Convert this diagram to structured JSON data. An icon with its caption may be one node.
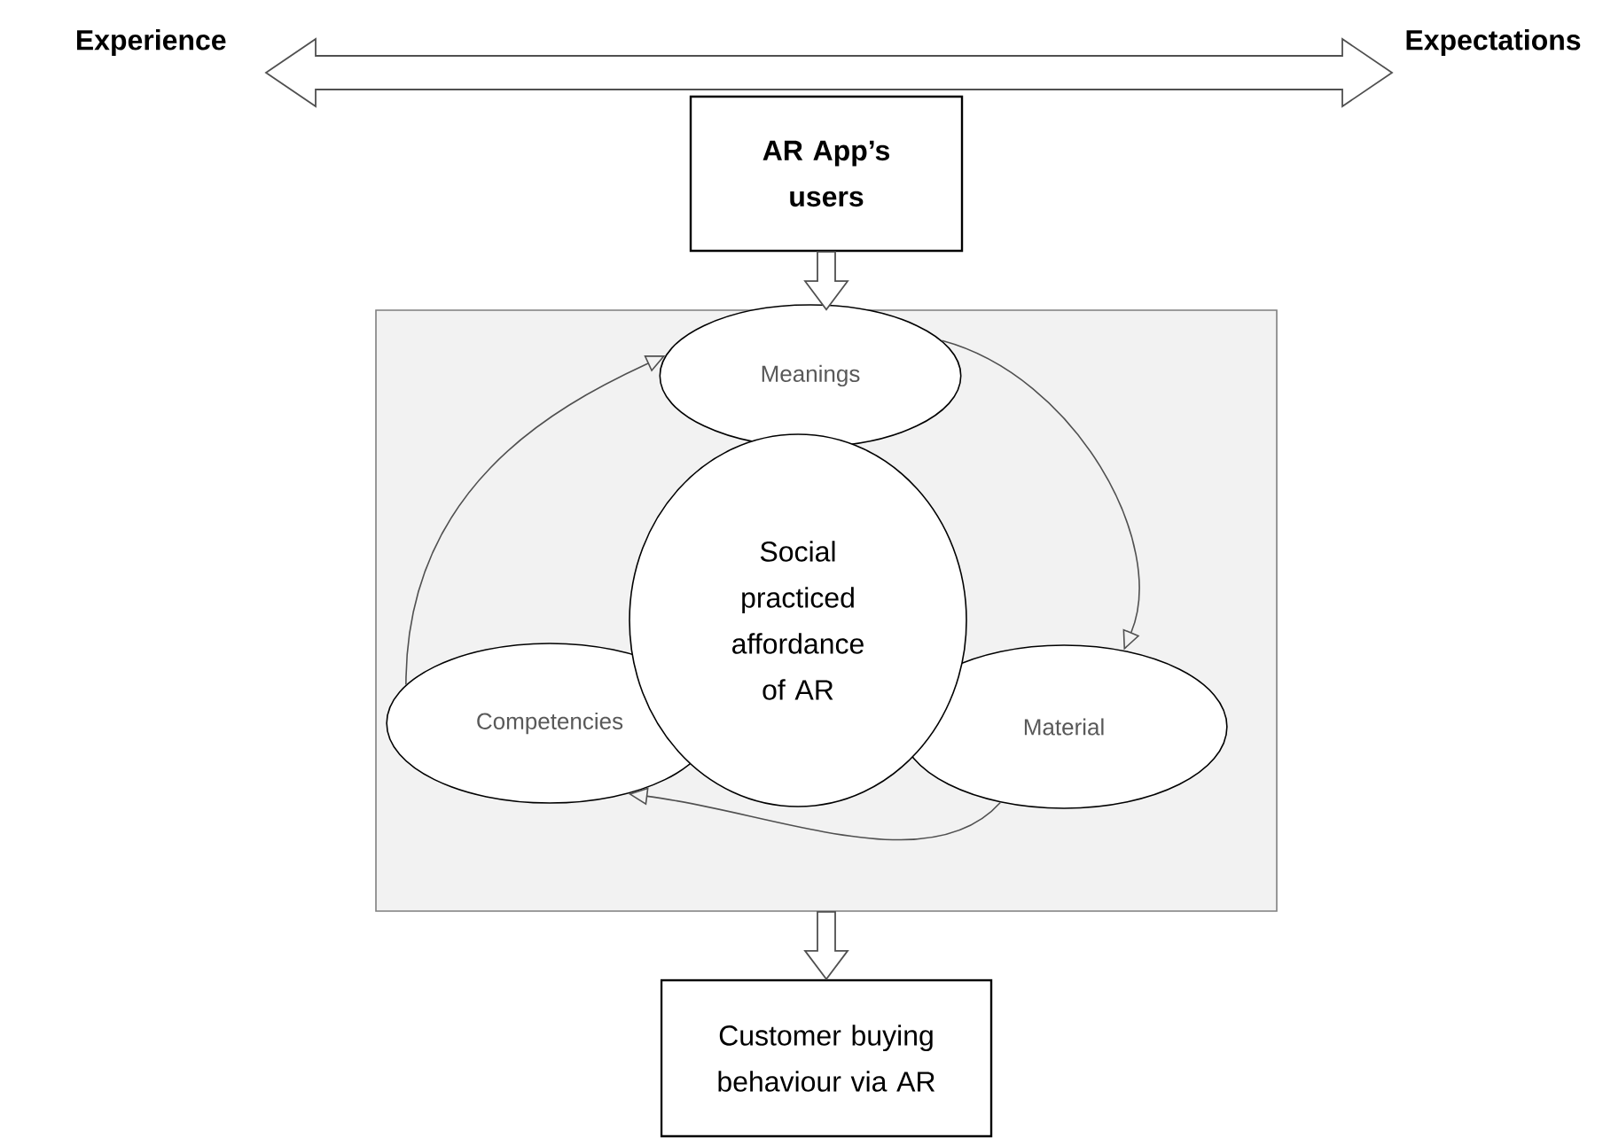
{
  "diagram": {
    "nodes": [
      {
        "text": [
          "Experience"
        ]
      },
      {
        "text": [
          "Expectations"
        ]
      },
      {
        "text": [
          "AR App’s users"
        ]
      },
      {
        "text": [],
        "shape": "box"
      },
      {
        "text": [
          "Meanings"
        ],
        "in": 3
      },
      {
        "text": [
          "Social practiced affordance of AR"
        ],
        "in": 3
      },
      {
        "text": [
          "Competencies"
        ],
        "in": 3
      },
      {
        "text": [
          "Material"
        ],
        "in": 3
      },
      {
        "text": [
          "Customer buying behaviour via AR"
        ]
      }
    ],
    "edges": [
      {
        "from": 0,
        "to": 1,
        "arrow": "both"
      },
      {
        "from": 2,
        "to": 3,
        "arrow": "to"
      },
      {
        "from": 4,
        "to": 7,
        "arrow": "to"
      },
      {
        "from": 7,
        "to": 6,
        "arrow": "to"
      },
      {
        "from": 6,
        "to": 4,
        "arrow": "to"
      },
      {
        "from": 3,
        "to": 8,
        "arrow": "to"
      }
    ]
  }
}
